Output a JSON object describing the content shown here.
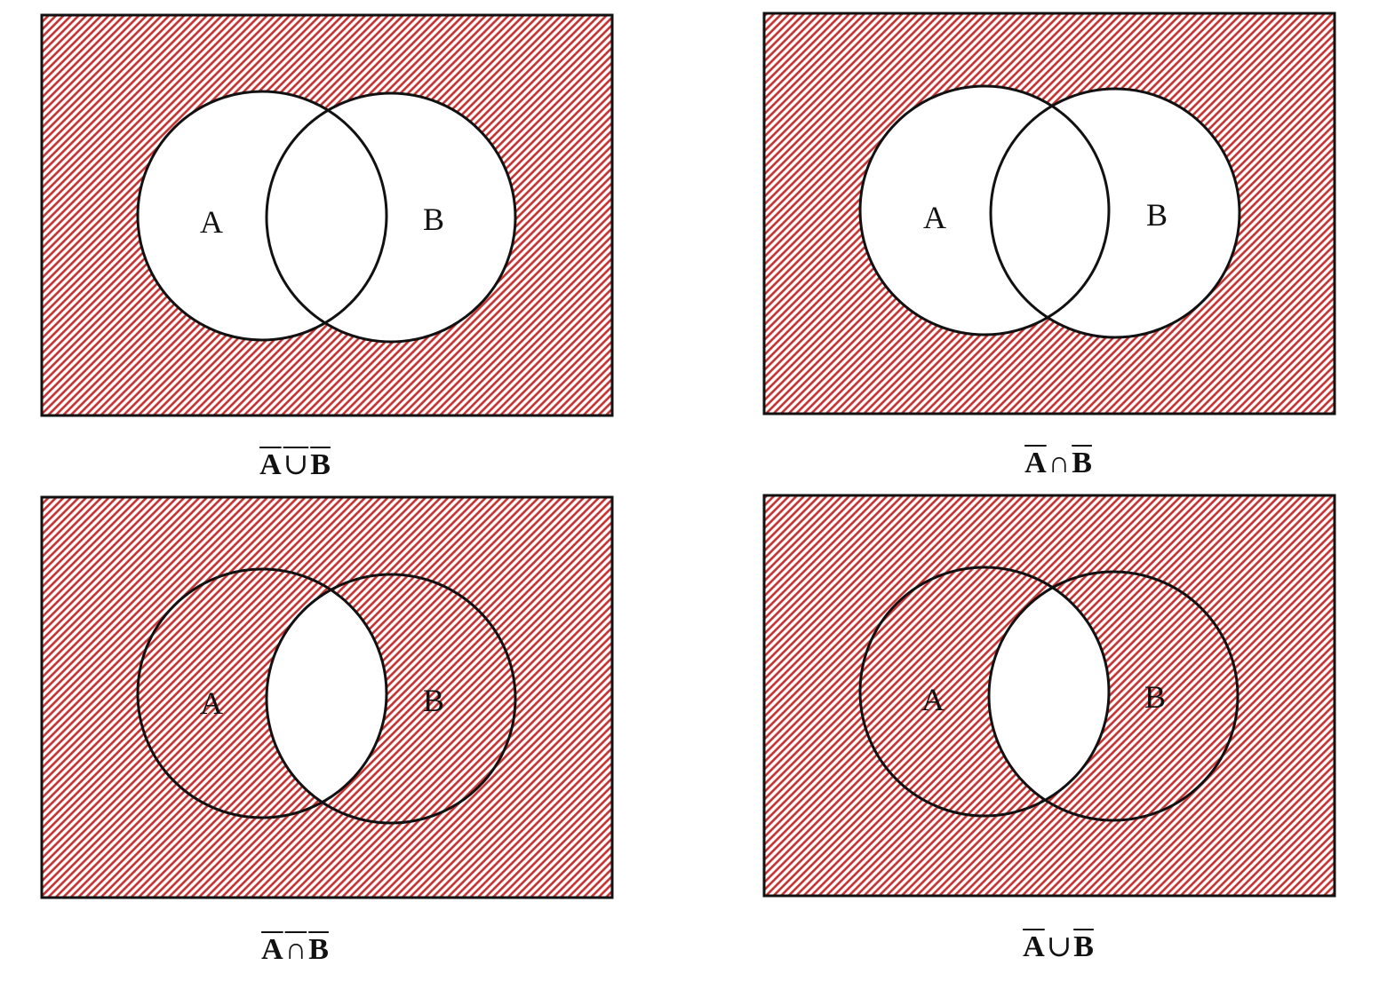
{
  "colors": {
    "hatch": "#c42f2f",
    "outline": "#111111",
    "background": "#ffffff"
  },
  "set_labels": {
    "a": "A",
    "b": "B"
  },
  "panels": [
    {
      "region_shaded": "outside both sets",
      "caption": {
        "left": "A",
        "operator": "∪",
        "right": "B",
        "overline": "whole expression"
      }
    },
    {
      "region_shaded": "outside both sets",
      "caption": {
        "left": "A",
        "operator": "∩",
        "right": "B",
        "overline": "each set separately"
      }
    },
    {
      "region_shaded": "everything except the intersection",
      "caption": {
        "left": "A",
        "operator": "∩",
        "right": "B",
        "overline": "whole expression"
      }
    },
    {
      "region_shaded": "everything except the intersection",
      "caption": {
        "left": "A",
        "operator": "∪",
        "right": "B",
        "overline": "each set separately"
      }
    }
  ]
}
